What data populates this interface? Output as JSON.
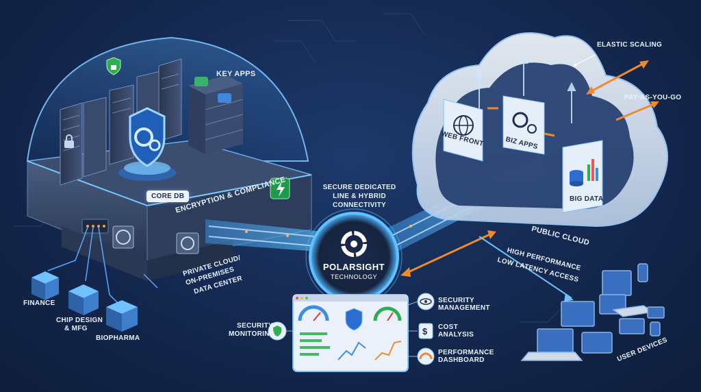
{
  "labels": {
    "key_apps": "KEY APPS",
    "core_db": "CORE DB",
    "encryption": "ENCRYPTION & COMPLIANCE",
    "private_cloud_1": "PRIVATE CLOUD/",
    "private_cloud_2": "ON-PREMISES",
    "private_cloud_3": "DATA CENTER",
    "finance": "FINANCE",
    "chip_1": "CHIP DESIGN",
    "chip_2": "& MFG",
    "biopharma": "BIOPHARMA",
    "secure_1": "SECURE DEDICATED",
    "secure_2": "LINE & HYBRID",
    "secure_3": "CONNECTIVITY",
    "brand_name": "POLARSIGHT",
    "brand_sub": "TECHNOLOGY",
    "security_monitoring_1": "SECURITY",
    "security_monitoring_2": "MONITORING",
    "security_management_1": "SECURITY",
    "security_management_2": "MANAGEMENT",
    "cost_analysis_1": "COST",
    "cost_analysis_2": "ANALYSIS",
    "performance_1": "PERFORMANCE",
    "performance_2": "DASHBOARD",
    "elastic_scaling": "ELASTIC SCALING",
    "pay_as_you_go": "PAY-AS-YOU-GO",
    "web_front": "WEB FRONT",
    "biz_apps": "BIZ APPS",
    "big_data": "BIG DATA",
    "public_cloud": "PUBLIC CLOUD",
    "high_perf_1": "HIGH PERFORMANCE",
    "high_perf_2": "LOW LATENCY ACCESS",
    "user_devices": "USER DEVICES"
  },
  "colors": {
    "accent_blue": "#4fb6ff",
    "accent_orange": "#f08a2c",
    "shield_green": "#2fae4f",
    "panel_dark": "#2c3d5c",
    "cloud_white": "#dfeaf7"
  },
  "icons": [
    "lock-icon",
    "shield-gear-icon",
    "gear-icon",
    "globe-icon",
    "database-icon",
    "eye-icon",
    "dollar-icon",
    "gauge-icon",
    "lightning-icon",
    "logo-ring-icon"
  ]
}
